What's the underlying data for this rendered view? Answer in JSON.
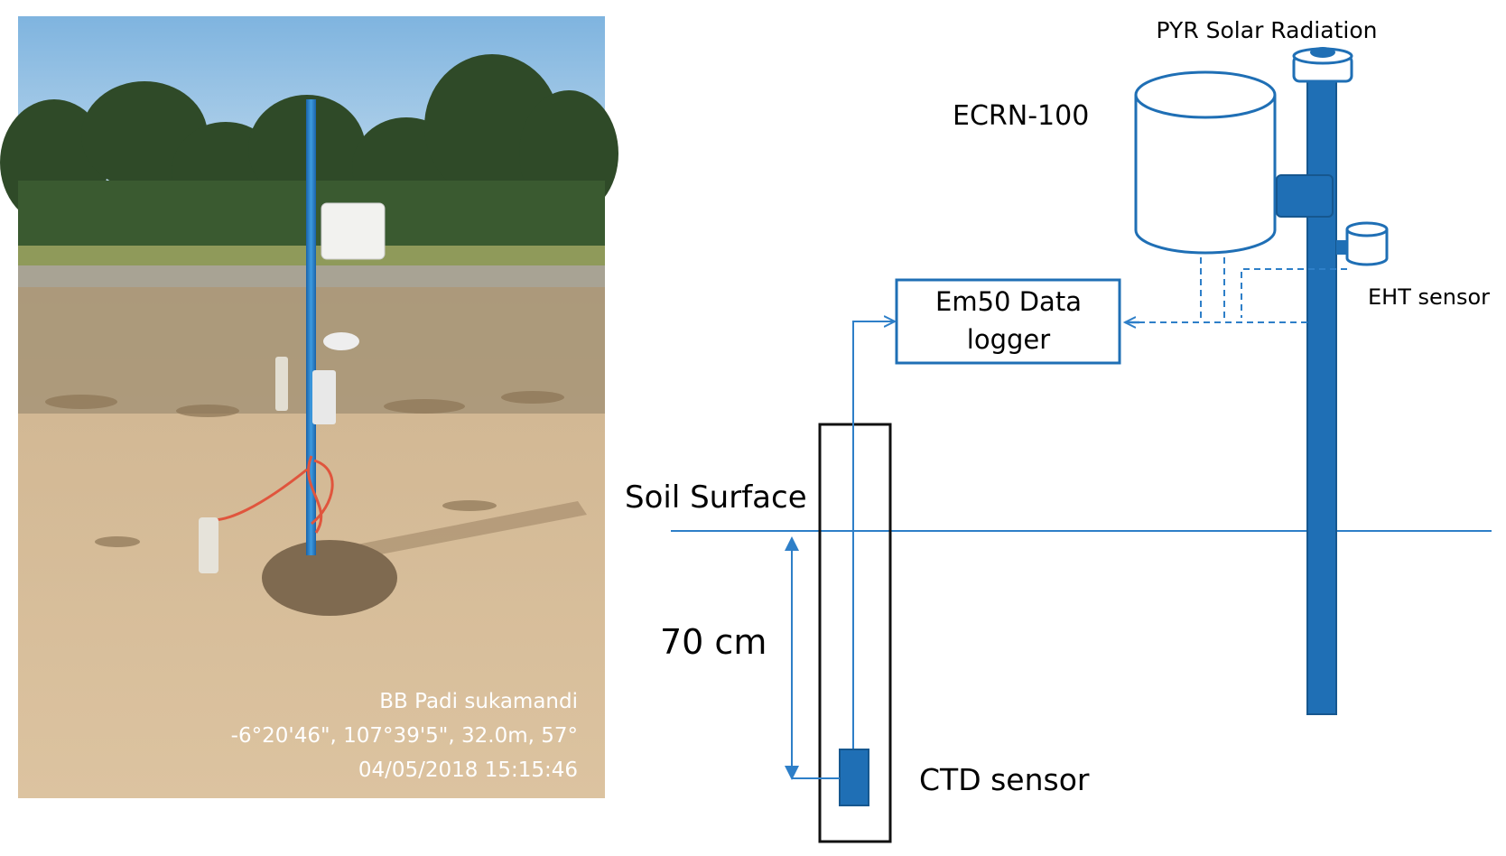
{
  "photo": {
    "overlay_lines": [
      "BB Padi sukamandi",
      "-6°20'46\", 107°39'5\", 32.0m, 57°",
      "04/05/2018 15:15:46"
    ]
  },
  "diagram": {
    "labels": {
      "pyr": "PYR Solar Radiation",
      "ecrn": "ECRN-100",
      "eht": "EHT sensor",
      "logger_line1": "Em50 Data",
      "logger_line2": "logger",
      "soil_surface": "Soil Surface",
      "depth": "70 cm",
      "ctd": "CTD sensor"
    },
    "colors": {
      "instrument_blue": "#1f6fb5",
      "line_blue": "#2e7fc8",
      "outline_black": "#111111"
    }
  }
}
